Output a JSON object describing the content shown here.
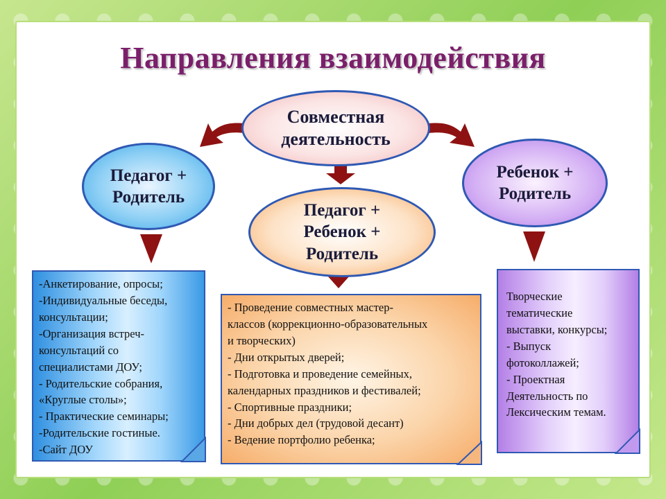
{
  "title": "Направления взаимодействия",
  "ovals": {
    "top": [
      "Совместная",
      "деятельность"
    ],
    "left": [
      "Педагог +",
      "Родитель"
    ],
    "center": [
      "Педагог +",
      "Ребенок +",
      "Родитель"
    ],
    "right": [
      "Ребенок +",
      "Родитель"
    ]
  },
  "boxes": {
    "left": [
      "-Анкетирование, опросы;",
      "-Индивидуальные беседы,",
      "консультации;",
      "-Организация встреч-",
      "консультаций со",
      "специалистами ДОУ;",
      "- Родительские собрания,",
      "«Круглые столы»;",
      "- Практические семинары;",
      "-Родительские гостиные.",
      "-Сайт ДОУ"
    ],
    "center": [
      "- Проведение совместных мастер-",
      "классов (коррекционно-образовательных",
      "и творческих)",
      "- Дни открытых дверей;",
      "- Подготовка и проведение семейных,",
      "календарных праздников и фестивалей;",
      "- Спортивные праздники;",
      "- Дни добрых дел (трудовой десант)",
      "- Ведение портфолио ребенка;"
    ],
    "right": [
      "Творческие",
      "тематические",
      "выставки, конкурсы;",
      "- Выпуск",
      "фотоколлажей;",
      "- Проектная",
      "Деятельность по",
      "Лексическим темам."
    ]
  },
  "colors": {
    "title": "#7a1f6a",
    "arrow": "#8e1212",
    "border": "#2f59b3"
  }
}
